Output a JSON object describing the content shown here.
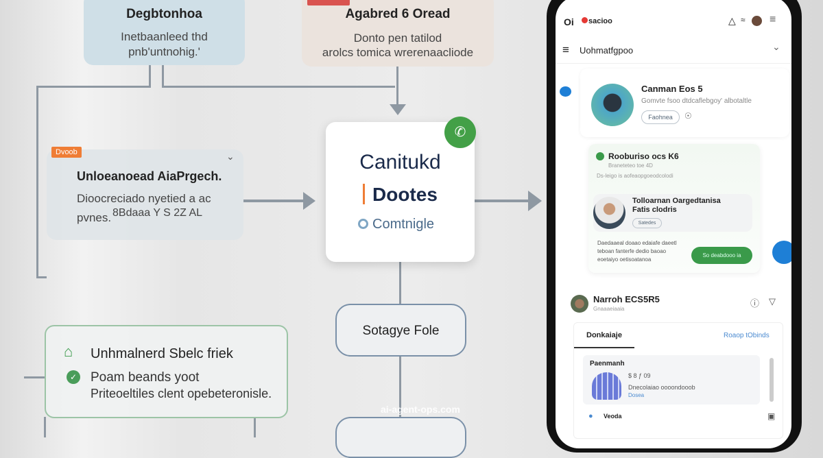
{
  "diagram": {
    "box1": {
      "title": "Degbtonhoa",
      "lines": [
        "Inetbaanleed thd",
        "pnb'untnohig.'"
      ]
    },
    "box2": {
      "tag": "",
      "title": "Agabred 6 Oread",
      "lines": [
        "Donto pen tatilod",
        "arolcs tomica wrerenaacliode"
      ]
    },
    "box3": {
      "tag": "Dvoob",
      "title": "Unloeanoead AiaPrgech.",
      "lines": [
        "Dioocreciado nyetied a ac",
        "pvnes.",
        "8Bdaaa Y S 2Z AL"
      ]
    },
    "center": {
      "title": "Canitukd",
      "subtitle": "Dootes",
      "footer": "Comtnigle",
      "accent": "#43a047"
    },
    "box5": {
      "title": "Sotagye Fole"
    },
    "box4": {
      "title": "Unhmalnerd Sbelc friek",
      "line1": "Poam beands yoot",
      "line2": "Priteoeltiles clent opebeteronisle."
    },
    "watermark": "ai-agent-ops.com"
  },
  "phone": {
    "status": {
      "left": "Oi",
      "brand": "sacioo"
    },
    "header": {
      "title": "Uohmatfgpoo"
    },
    "profile": {
      "name": "Canman Eos 5",
      "subtitle": "Gomvte fsoo dtdcaflebgoy' albotaltle",
      "pill": "Faohnea"
    },
    "green_card": {
      "title": "Rooburiso ocs K6",
      "sub": "Braneteteo toe 4D",
      "desc": "Ds-leigo is aofeaopgoeodcolodi",
      "person_title": "Tolloarnan Oargedtanisa",
      "person_sub": "Fatis clodris",
      "person_pill": "Satedes",
      "text": [
        "Daedaaeal doaao edaiafe daeetl",
        "teboan fanterfe dedio baoao",
        "eoetaiyo oetisoatanoa"
      ],
      "button": "So deabdooo ia"
    },
    "person": {
      "name": "Narroh ECS5R5",
      "sub": "Gnaaaeiaaia"
    },
    "tabs": {
      "active": "Donkaiaje",
      "link": "Roaop tObinds"
    },
    "item": {
      "heading": "Paenmanh",
      "price": "$ 8 ƒ 09",
      "desc": "Dnecolaiao oooondooob",
      "link": "Dosea"
    },
    "row": {
      "label": "Veoda"
    }
  },
  "colors": {
    "blue": "#1e7fd6",
    "green": "#3a9a4a",
    "orange": "#ef7d35",
    "red": "#d9534f",
    "navy": "#1a2a4a"
  }
}
